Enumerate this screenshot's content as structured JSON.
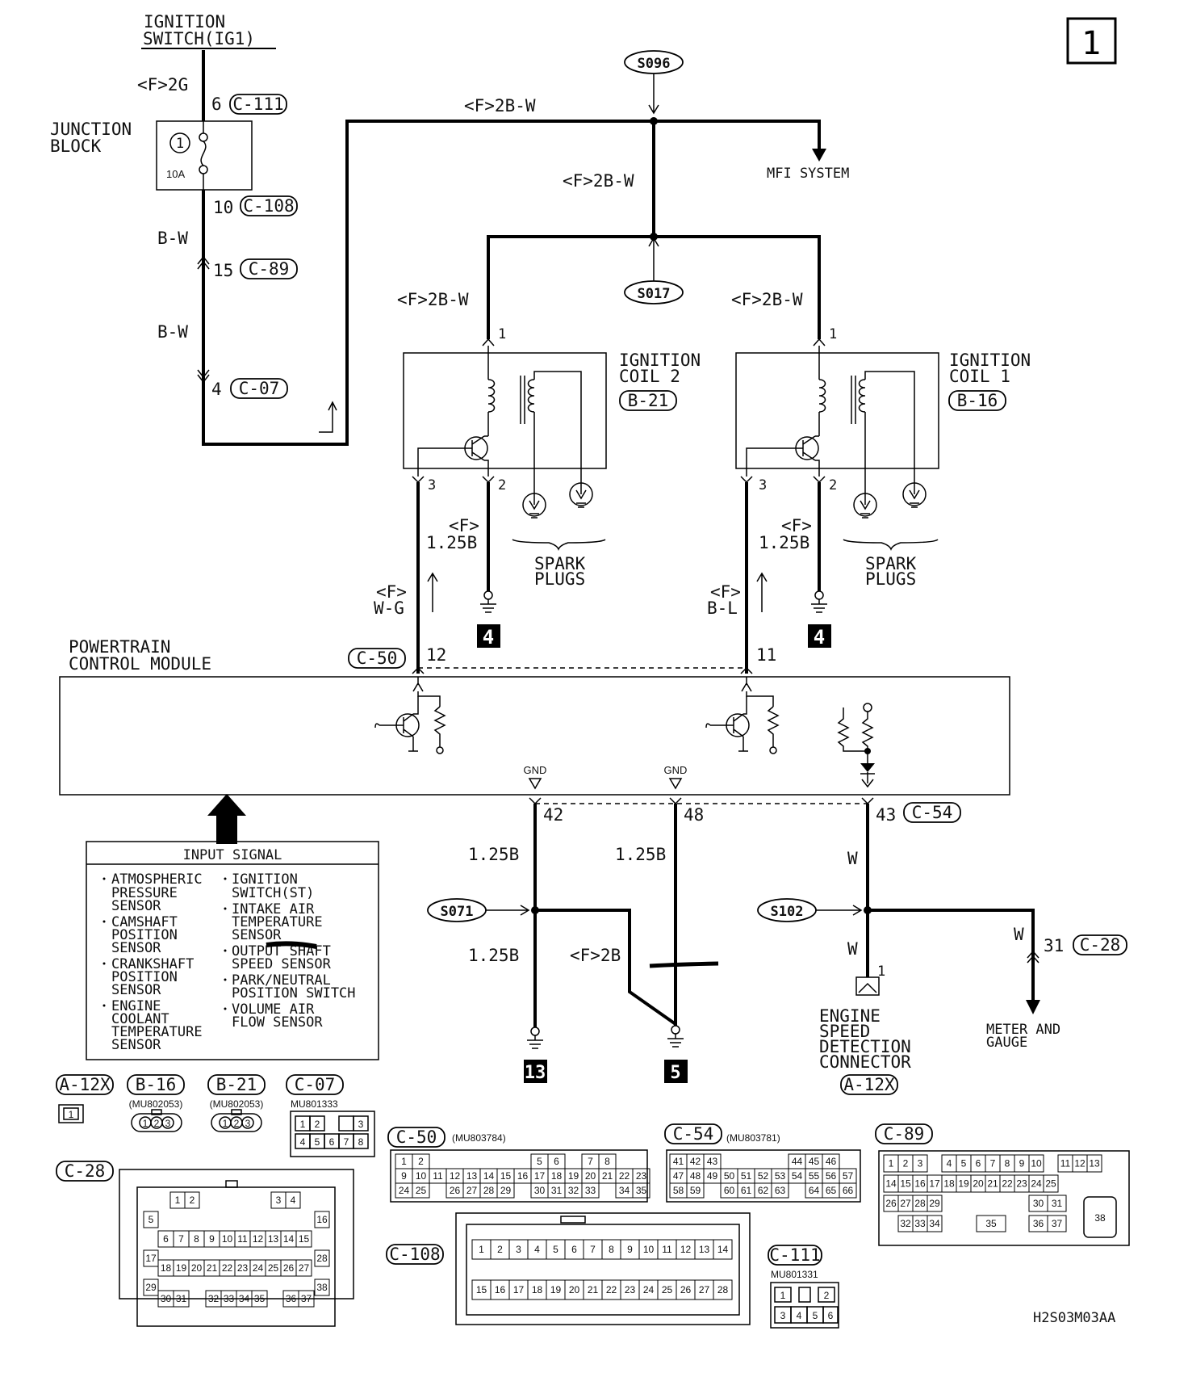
{
  "page_number": "1",
  "ignition_switch": {
    "line1": "IGNITION",
    "line2": "SWITCH(IG1)"
  },
  "junction_block": {
    "line1": "JUNCTION",
    "line2": "BLOCK",
    "fuse_no": "1",
    "fuse_rating": "10A"
  },
  "wires": {
    "f_2g": "<F>2G",
    "bw_1": "B-W",
    "bw_2": "B-W",
    "f_2bw_top": "<F>2B-W",
    "f_2bw_mid": "<F>2B-W",
    "f_2bw_left": "<F>2B-W",
    "f_2bw_right": "<F>2B-W",
    "f_125b_left_a": "<F>",
    "f_125b_left_b": "1.25B",
    "f_125b_right_a": "<F>",
    "f_125b_right_b": "1.25B",
    "f_wg_a": "<F>",
    "f_wg_b": "W-G",
    "f_bl_a": "<F>",
    "f_bl_b": "B-L",
    "b125_42": "1.25B",
    "b125_48": "1.25B",
    "b125_s071": "1.25B",
    "f_2b": "<F>2B",
    "w_43": "W",
    "w_1": "W",
    "w_31": "W"
  },
  "pins": {
    "p6": "6",
    "p10": "10",
    "p15": "15",
    "p4": "4",
    "coil2_p1": "1",
    "coil2_p3": "3",
    "coil2_p2": "2",
    "coil1_p1": "1",
    "coil1_p3": "3",
    "coil1_p2": "2",
    "pcm_12": "12",
    "pcm_11": "11",
    "pcm_42": "42",
    "pcm_48": "48",
    "pcm_43": "43",
    "esdc_1": "1",
    "meter_31": "31"
  },
  "connectors": {
    "c111": "C-111",
    "c108": "C-108",
    "c89": "C-89",
    "c07": "C-07",
    "b21": "B-21",
    "b16": "B-16",
    "c50": "C-50",
    "c54": "C-54",
    "c28": "C-28",
    "a12x": "A-12X"
  },
  "splices": {
    "s096": "S096",
    "s017": "S017",
    "s071": "S071",
    "s102": "S102"
  },
  "destinations": {
    "mfi": "MFI SYSTEM",
    "meter_1": "METER AND",
    "meter_2": "GAUGE"
  },
  "ignition_coil_2": {
    "line1": "IGNITION",
    "line2": "COIL 2"
  },
  "ignition_coil_1": {
    "line1": "IGNITION",
    "line2": "COIL 1"
  },
  "spark_plugs_left": {
    "line1": "SPARK",
    "line2": "PLUGS"
  },
  "spark_plugs_right": {
    "line1": "SPARK",
    "line2": "PLUGS"
  },
  "grounds": {
    "g4_left": "4",
    "g4_right": "4",
    "g13": "13",
    "g5": "5"
  },
  "pcm": {
    "line1": "POWERTRAIN",
    "line2": "CONTROL MODULE",
    "gnd1": "GND",
    "gnd2": "GND"
  },
  "input_signal": {
    "title": "INPUT SIGNAL",
    "left_col": [
      [
        "ATMOSPHERIC",
        "PRESSURE",
        "SENSOR"
      ],
      [
        "CAMSHAFT",
        "POSITION",
        "SENSOR"
      ],
      [
        "CRANKSHAFT",
        "POSITION",
        "SENSOR"
      ],
      [
        "ENGINE",
        "COOLANT",
        "TEMPERATURE",
        "SENSOR"
      ]
    ],
    "right_col": [
      [
        "IGNITION",
        "SWITCH(ST)"
      ],
      [
        "INTAKE AIR",
        "TEMPERATURE",
        "SENSOR"
      ],
      [
        "OUTPUT SHAFT",
        "SPEED SENSOR"
      ],
      [
        "PARK/NEUTRAL",
        "POSITION SWITCH"
      ],
      [
        "VOLUME AIR",
        "FLOW SENSOR"
      ]
    ]
  },
  "esdc": {
    "l1": "ENGINE",
    "l2": "SPEED",
    "l3": "DETECTION",
    "l4": "CONNECTOR",
    "conn": "A-12X"
  },
  "connector_views": {
    "a12x": {
      "label": "A-12X",
      "pin": "1"
    },
    "b16": {
      "label": "B-16",
      "part": "(MU802053)",
      "pins": [
        "1",
        "2",
        "3"
      ]
    },
    "b21": {
      "label": "B-21",
      "part": "(MU802053)",
      "pins": [
        "1",
        "2",
        "3"
      ]
    },
    "c07": {
      "label": "C-07",
      "part": "MU801333",
      "row1": [
        "1",
        "2",
        "",
        "3"
      ],
      "row2": [
        "4",
        "5",
        "6",
        "7",
        "8"
      ]
    },
    "c50": {
      "label": "C-50",
      "part": "(MU803784)",
      "row1": [
        "1",
        "2",
        "",
        "",
        "",
        "",
        "",
        "",
        "5",
        "6",
        "",
        "7",
        "8"
      ],
      "row2": [
        "9",
        "10",
        "11",
        "12",
        "13",
        "14",
        "15",
        "16",
        "17",
        "18",
        "19",
        "20",
        "21",
        "22",
        "23"
      ],
      "row3": [
        "24",
        "25",
        "",
        "26",
        "27",
        "28",
        "29",
        "",
        "30",
        "31",
        "32",
        "33",
        "",
        "34",
        "35"
      ]
    },
    "c54": {
      "label": "C-54",
      "part": "(MU803781)",
      "row1": [
        "41",
        "42",
        "43",
        "",
        "",
        "",
        "",
        "44",
        "45",
        "46"
      ],
      "row2": [
        "47",
        "48",
        "49",
        "50",
        "51",
        "52",
        "53",
        "54",
        "55",
        "56",
        "57"
      ],
      "row3": [
        "58",
        "59",
        "",
        "60",
        "61",
        "62",
        "63",
        "",
        "64",
        "65",
        "66"
      ]
    },
    "c89": {
      "label": "C-89",
      "row1": [
        "1",
        "2",
        "3",
        "",
        "4",
        "5",
        "6",
        "7",
        "8",
        "9",
        "10",
        "",
        "11",
        "12",
        "13"
      ],
      "row2": [
        "14",
        "15",
        "16",
        "17",
        "18",
        "19",
        "20",
        "21",
        "22",
        "23",
        "24",
        "25"
      ],
      "row3": [
        "26",
        "27",
        "28",
        "29",
        "30",
        "31"
      ],
      "row4": [
        "32",
        "33",
        "34",
        "35",
        "36",
        "37"
      ],
      "big": "38"
    },
    "c28": {
      "label": "C-28",
      "row1": [
        "1",
        "2",
        "3",
        "4"
      ],
      "row2": [
        "5",
        "16"
      ],
      "row3": [
        "6",
        "7",
        "8",
        "9",
        "10",
        "11",
        "12",
        "13",
        "14",
        "15"
      ],
      "row4": [
        "17",
        "28"
      ],
      "row5": [
        "18",
        "19",
        "20",
        "21",
        "22",
        "23",
        "24",
        "25",
        "26",
        "27"
      ],
      "row6": [
        "29",
        "38"
      ],
      "row7": [
        "30",
        "31",
        "32",
        "33",
        "34",
        "35",
        "36",
        "37"
      ]
    },
    "c108": {
      "label": "C-108",
      "row1": [
        "1",
        "2",
        "3",
        "4",
        "5",
        "6",
        "7",
        "8",
        "9",
        "10",
        "11",
        "12",
        "13",
        "14"
      ],
      "row2": [
        "15",
        "16",
        "17",
        "18",
        "19",
        "20",
        "21",
        "22",
        "23",
        "24",
        "25",
        "26",
        "27",
        "28"
      ]
    },
    "c111": {
      "label": "C-111",
      "part": "MU801331",
      "row1": [
        "1",
        "",
        "2"
      ],
      "row2": [
        "3",
        "4",
        "5",
        "6"
      ]
    }
  },
  "diagram_code": "H2S03M03AA"
}
